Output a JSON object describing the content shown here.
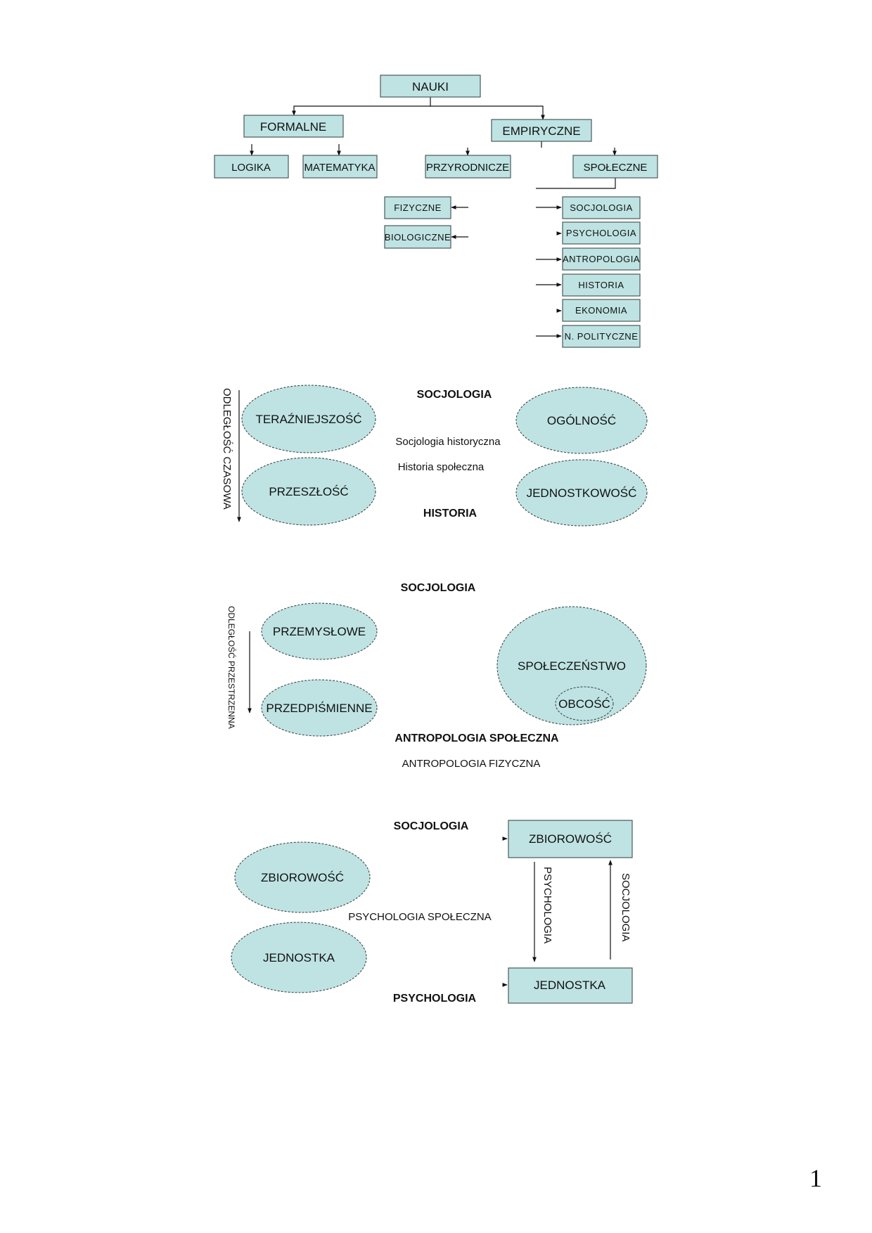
{
  "tree": {
    "root": "NAUKI",
    "formal": "FORMALNE",
    "empirical": "EMPIRYCZNE",
    "logic": "LOGIKA",
    "math": "MATEMATYKA",
    "natural": "PRZYRODNICZE",
    "social": "SPOŁECZNE",
    "physical": "FIZYCZNE",
    "biological": "BIOLOGICZNE",
    "social_list": [
      "SOCJOLOGIA",
      "PSYCHOLOGIA",
      "ANTROPOLOGIA",
      "HISTORIA",
      "EKONOMIA",
      "N. POLITYCZNE"
    ]
  },
  "section1": {
    "side_label": "ODLEGŁOŚĆ CZASOWA",
    "top_heading": "SOCJOLOGIA",
    "bottom_heading": "HISTORIA",
    "left_top": "TERAŹNIEJSZOŚĆ",
    "left_bottom": "PRZESZŁOŚĆ",
    "right_top": "OGÓLNOŚĆ",
    "right_bottom": "JEDNOSTKOWOŚĆ",
    "middle1": "Socjologia historyczna",
    "middle2": "Historia społeczna"
  },
  "section2": {
    "side_label": "ODLEGŁOŚĆ PRZESTRZENNA",
    "top_heading": "SOCJOLOGIA",
    "left_top": "PRZEMYSŁOWE",
    "left_bottom": "PRZEDPIŚMIENNE",
    "big": "SPOŁECZEŃSTWO",
    "inner": "OBCOŚĆ",
    "bottom_heading": "ANTROPOLOGIA SPOŁECZNA",
    "bottom_sub": "ANTROPOLOGIA FIZYCZNA"
  },
  "section3": {
    "top_heading": "SOCJOLOGIA",
    "bottom_heading": "PSYCHOLOGIA",
    "left_top": "ZBIOROWOŚĆ",
    "left_bottom": "JEDNOSTKA",
    "middle": "PSYCHOLOGIA SPOŁECZNA",
    "box_top": "ZBIOROWOŚĆ",
    "box_bottom": "JEDNOSTKA",
    "arrow_down_label": "PSYCHOLOGIA",
    "arrow_up_label": "SOCJOLOGIA"
  },
  "page_number": "1"
}
